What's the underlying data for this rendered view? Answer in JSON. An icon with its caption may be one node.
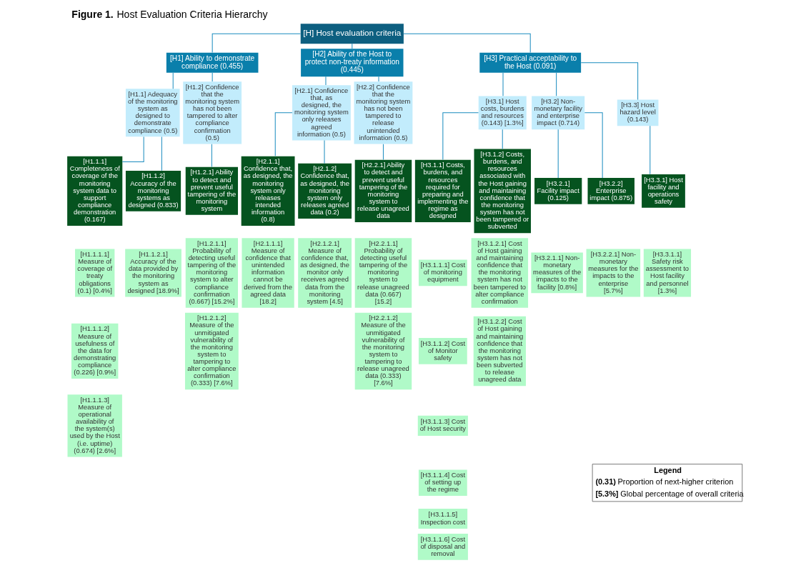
{
  "diagram": {
    "title": "**Figure 1.** Host Evaluation Criteria Hierarchy",
    "nodes": [
      {
        "text": [
          "[H] Host evaluation criteria"
        ]
      },
      {
        "text": [
          "[H1] Ability to demonstrate compliance (0.455)"
        ]
      },
      {
        "text": [
          "[H2] Ability of the Host to protect non-treaty information (0.445)"
        ]
      },
      {
        "text": [
          "[H3] Practical acceptability to the Host (0.091)"
        ]
      },
      {
        "text": [
          "[H1.1] Adequacy of the monitoring system as designed to demonstrate compliance (0.5)"
        ]
      },
      {
        "text": [
          "[H1.2] Confidence that the monitoring system has not been tampered to alter compliance confirmation (0.5)"
        ]
      },
      {
        "text": [
          "[H2.1] Confidence that, as designed, the monitoring system only releases agreed information (0.5)"
        ]
      },
      {
        "text": [
          "[H2.2] Confidence that the monitoring system has not been tampered to release unintended information (0.5)"
        ]
      },
      {
        "text": [
          "[H3.1] Host costs, burdens and resources (0.143) [1.3%]"
        ]
      },
      {
        "text": [
          "[H3.2] Non-monetary facility and enterprise impact (0.714)"
        ]
      },
      {
        "text": [
          "[H3.3] Host hazard level (0.143)"
        ]
      },
      {
        "text": [
          "[H1.1.1] Completeness of coverage of the monitoring system data to support compliance demonstration (0.167)"
        ]
      },
      {
        "text": [
          "[H1.1.2] Accuracy of the monitoring systems as designed (0.833)"
        ]
      },
      {
        "text": [
          "[H1.2.1] Ability to detect and prevent useful tampering of the monitoring system"
        ]
      },
      {
        "text": [
          "[H2.1.1] Confidence that, as designed, the monitoring system only releases intended information (0.8)"
        ]
      },
      {
        "text": [
          "[H2.1.2] Confidence that, as designed, the monitoring system only releases agreed data (0.2)"
        ]
      },
      {
        "text": [
          "[H2.2.1] Ability to detect and prevent useful tampering of the monitoring system to release unagreed data"
        ]
      },
      {
        "text": [
          "[H3.1.1] Costs, burdens, and resources required for preparing and implementing the regime as designed"
        ]
      },
      {
        "text": [
          "[H3.1.2] Costs, burdens, and resources associated with the Host gaining and maintaining confidence that the monitoring system has not been tampered or subverted"
        ]
      },
      {
        "text": [
          "[H3.2.1] Facility impact (0.125)"
        ]
      },
      {
        "text": [
          "[H3.2.2] Enterprise impact (0.875)"
        ]
      },
      {
        "text": [
          "[H3.3.1] Host facility and operations safety"
        ]
      },
      {
        "text": [
          "[H1.1.1.1] Measure of coverage of treaty obligations (0.1) [0.4%]"
        ]
      },
      {
        "text": [
          "[H1.1.1.2] Measure of usefulness of the data for demonstrating compliance (0.226) [0.9%]"
        ]
      },
      {
        "text": [
          "[H1.1.1.3] Measure of operational availability of the system(s) used by the Host (i.e. uptime) (0.674) [2.6%]"
        ]
      },
      {
        "text": [
          "[H1.1.2.1] Accuracy of the data provided by the monitoring system as designed [18.9%]"
        ]
      },
      {
        "text": [
          "[H1.2.1.1] Probability of detecting useful tampering of the monitoring system to alter compliance confirmation (0.667) [15.2%]"
        ]
      },
      {
        "text": [
          "[H1.2.1.2] Measure of the unmitigated vulnerability of the monitoring system to tampering to alter compliance confirmation (0.333) [7.6%]"
        ]
      },
      {
        "text": [
          "[H2.1.1.1] Measure of confidence that unintended information cannot be derived from the agreed data [18.2]"
        ]
      },
      {
        "text": [
          "[H2.1.2.1] Measure of confidence that, as designed, the monitor only receives agreed data from the monitoring system [4.5]"
        ]
      },
      {
        "text": [
          "[H2.2.1.1] Probability of detecting useful tampering of the monitoring system to release unagreed data (0.667) [15.2]"
        ]
      },
      {
        "text": [
          "[H2.2.1.2] Measure of the unmitigated vulnerability of the monitoring system to tampering to release unagreed data (0.333) [7.6%]"
        ]
      },
      {
        "text": [
          "[H3.1.1.1] Cost of monitoring equipment"
        ]
      },
      {
        "text": [
          "[H3.1.1.2] Cost of Monitor safety"
        ]
      },
      {
        "text": [
          "[H3.1.1.3] Cost of Host security"
        ]
      },
      {
        "text": [
          "[H3.1.1.4] Cost of setting up the regime"
        ]
      },
      {
        "text": [
          "[H3.1.1.5] Inspection cost"
        ]
      },
      {
        "text": [
          "[H3.1.1.6] Cost of disposal and removal"
        ]
      },
      {
        "text": [
          "[H3.1.2.1] Cost of Host gaining and maintaining confidence that the monitoring system has not been tampered to alter compliance confirmation"
        ]
      },
      {
        "text": [
          "[H3.1.2.2] Cost of Host gaining and maintaining confidence that the monitoring system has not been subverted to release unagreed data"
        ]
      },
      {
        "text": [
          "[H3.2.1.1] Non-monetary measures of the impacts to the facility [0.8%]"
        ]
      },
      {
        "text": [
          "[H3.2.2.1] Non-monetary measures for the impacts to the enterprise [5.7%]"
        ]
      },
      {
        "text": [
          "[H3.3.1.1] Safety risk assessment to Host facility and personnel [1.3%]"
        ]
      }
    ],
    "edges": [
      {
        "from": 0,
        "to": 1,
        "arrow": "none"
      },
      {
        "from": 0,
        "to": 2,
        "arrow": "none"
      },
      {
        "from": 0,
        "to": 3,
        "arrow": "none"
      },
      {
        "from": 1,
        "to": 4,
        "arrow": "none"
      },
      {
        "from": 1,
        "to": 5,
        "arrow": "none"
      },
      {
        "from": 2,
        "to": 6,
        "arrow": "none"
      },
      {
        "from": 2,
        "to": 7,
        "arrow": "none"
      },
      {
        "from": 3,
        "to": 8,
        "arrow": "none"
      },
      {
        "from": 3,
        "to": 9,
        "arrow": "none"
      },
      {
        "from": 3,
        "to": 10,
        "arrow": "none"
      },
      {
        "from": 4,
        "to": 11,
        "arrow": "none"
      },
      {
        "from": 4,
        "to": 12,
        "arrow": "none"
      },
      {
        "from": 5,
        "to": 13,
        "arrow": "none"
      },
      {
        "from": 6,
        "to": 14,
        "arrow": "none"
      },
      {
        "from": 6,
        "to": 15,
        "arrow": "none"
      },
      {
        "from": 7,
        "to": 16,
        "arrow": "none"
      },
      {
        "from": 8,
        "to": 17,
        "arrow": "none"
      },
      {
        "from": 8,
        "to": 18,
        "arrow": "none"
      },
      {
        "from": 9,
        "to": 19,
        "arrow": "none"
      },
      {
        "from": 9,
        "to": 20,
        "arrow": "none"
      },
      {
        "from": 10,
        "to": 21,
        "arrow": "none"
      }
    ],
    "labels": [
      "Legend"
    ],
    "legend": [
      {
        "text": "**(0.31)** Proportion of next-higher criterion"
      },
      {
        "text": "**[5.3%]** Global percentage of overall criteria"
      }
    ]
  }
}
